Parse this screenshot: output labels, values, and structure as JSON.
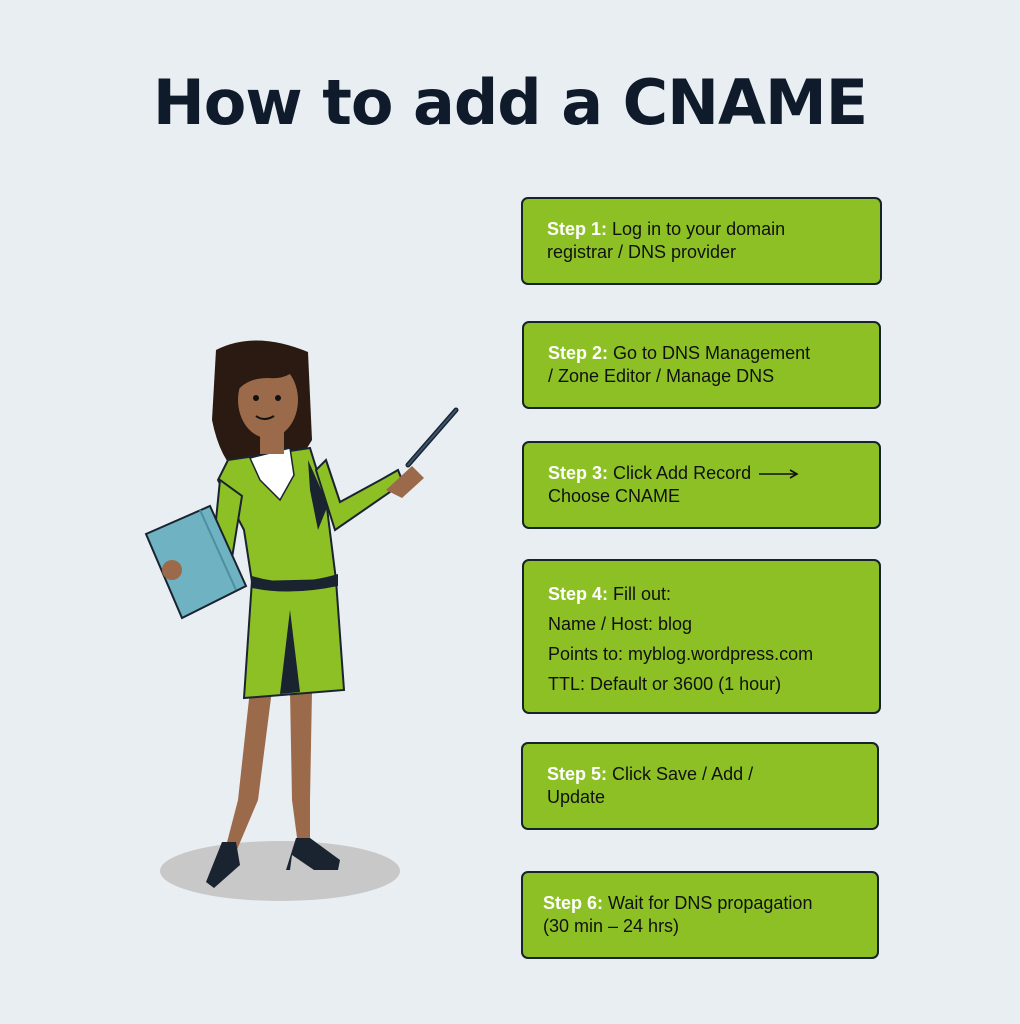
{
  "title": "How to add a CNAME",
  "steps": [
    {
      "label": "Step 1:",
      "lines": [
        "Log in to your domain",
        "registrar / DNS provider"
      ]
    },
    {
      "label": "Step 2:",
      "lines": [
        "Go to DNS Management",
        "/ Zone Editor / Manage DNS"
      ]
    },
    {
      "label": "Step 3:",
      "lines": [
        "Click Add Record",
        "Choose CNAME"
      ]
    },
    {
      "label": "Step 4:",
      "lines": [
        "Fill out:",
        "Name / Host: blog",
        "Points to: myblog.wordpress.com",
        "TTL: Default or 3600 (1 hour)"
      ]
    },
    {
      "label": "Step 5:",
      "lines": [
        "Click Save / Add /",
        "Update"
      ]
    },
    {
      "label": "Step 6:",
      "lines": [
        "Wait for DNS propagation",
        "(30 min – 24 hrs)"
      ]
    }
  ],
  "colors": {
    "background": "#e9eef3",
    "card": "#8cc024",
    "card_border": "#16232a",
    "label": "#ffffff",
    "title": "#0f1a2b",
    "suit": "#8cc024",
    "skin": "#9a6a4a",
    "hair": "#2a1a12",
    "clipboard": "#6fb2c2"
  },
  "icons": [
    "presenter-illustration",
    "right-arrow-icon"
  ]
}
